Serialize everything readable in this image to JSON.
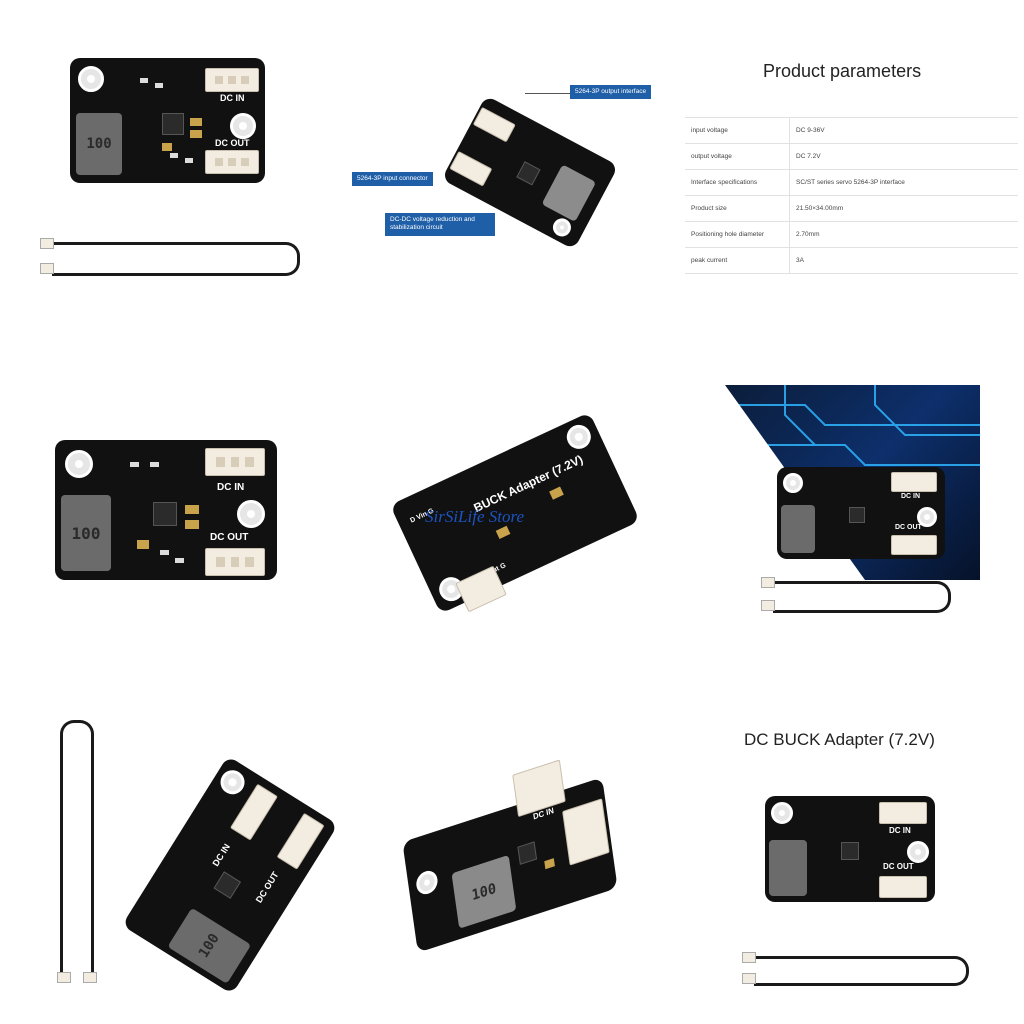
{
  "board_labels": {
    "dc_in": "DC IN",
    "dc_out": "DC OUT",
    "inductor": "100",
    "title": "BUCK Adapter (7.2V)",
    "top_pins": "D  Vin  G",
    "bottom_pins": "D  Vout G"
  },
  "callouts": {
    "output": "5264-3P output interface",
    "input": "5264-3P input connector",
    "dcdc": "DC-DC voltage reduction and stabilization circuit"
  },
  "params": {
    "title": "Product parameters",
    "rows": [
      {
        "k": "input voltage",
        "v": "DC 9-36V"
      },
      {
        "k": "output voltage",
        "v": "DC 7.2V"
      },
      {
        "k": "Interface specifications",
        "v": "SC/ST series servo 5264-3P interface"
      },
      {
        "k": "Product size",
        "v": "21.50×34.00mm"
      },
      {
        "k": "Positioning hole diameter",
        "v": "2.70mm"
      },
      {
        "k": "peak current",
        "v": "3A"
      }
    ]
  },
  "watermark": "SirSiLife Store",
  "bottom_title": "DC BUCK Adapter (7.2V)",
  "colors": {
    "board": "#111111",
    "accent_blue": "#1f5fa8",
    "watermark": "#1d5fe0"
  }
}
